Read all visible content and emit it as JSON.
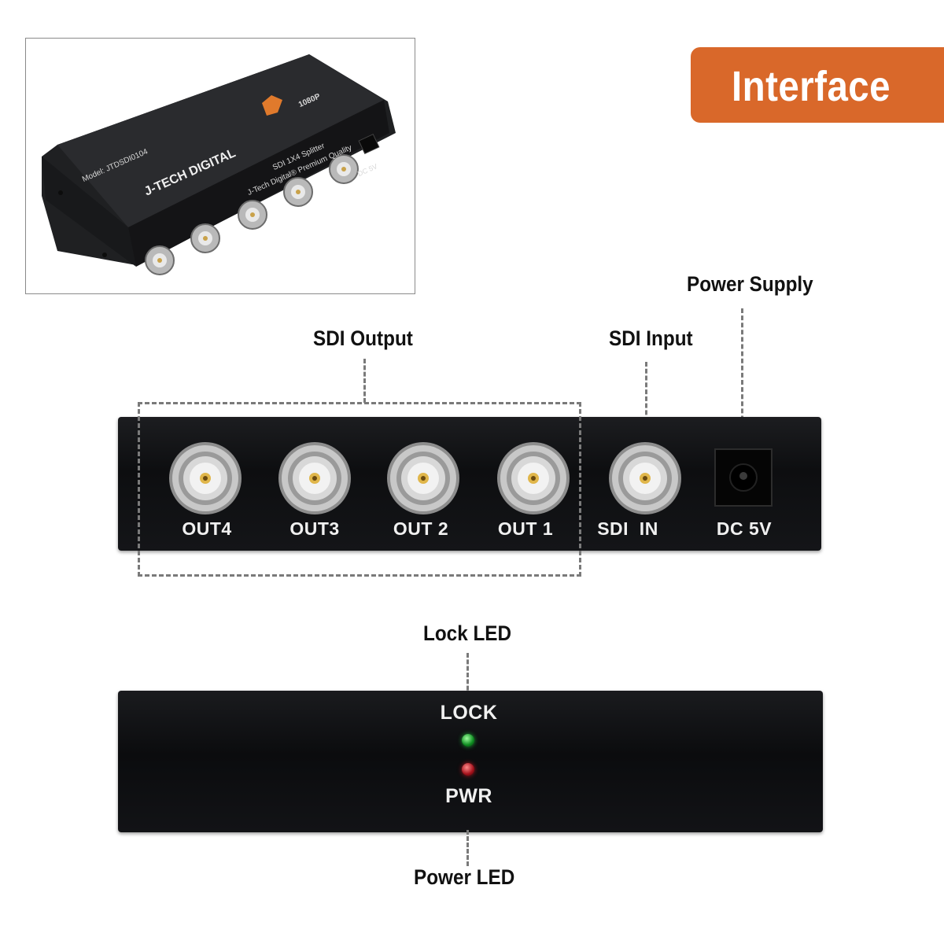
{
  "header": {
    "title": "Interface"
  },
  "photo": {
    "model_text": "Model: JTDSDI0104",
    "brand_text": "J-TECH DIGITAL",
    "tagline_1": "J-Tech Digital® Premium Quality",
    "tagline_2": "SDI 1X4 Splitter",
    "badge_text": "1080P",
    "dc_text": "DC 5V"
  },
  "callouts": {
    "power_supply": "Power Supply",
    "sdi_output": "SDI Output",
    "sdi_input": "SDI Input",
    "lock_led": "Lock LED",
    "power_led": "Power LED"
  },
  "rear_panel": {
    "ports": [
      {
        "label": "OUT4"
      },
      {
        "label": "OUT3"
      },
      {
        "label": "OUT 2"
      },
      {
        "label": "OUT 1"
      },
      {
        "label": "SDI  IN"
      }
    ],
    "dc_label": "DC 5V"
  },
  "front_panel": {
    "lock_label": "LOCK",
    "pwr_label": "PWR",
    "colors": {
      "lock_led": "#1aa032",
      "pwr_led": "#b0141e"
    }
  },
  "colors": {
    "accent": "#d9682a",
    "panel": "#111214",
    "dash": "#7a7a7a"
  }
}
